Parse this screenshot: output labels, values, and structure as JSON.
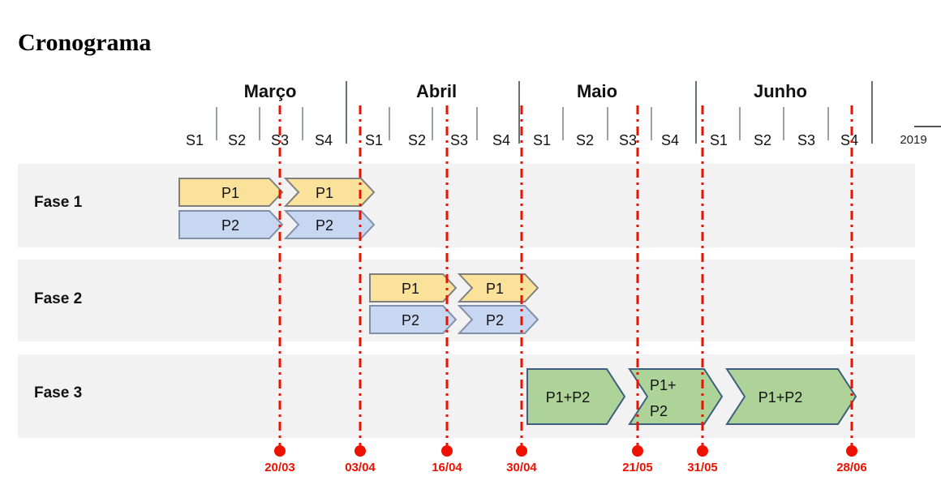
{
  "title": "Cronograma",
  "year_label": "2019",
  "timeline": {
    "months": [
      {
        "name": "Março",
        "weeks": [
          "S1",
          "S2",
          "S3",
          "S4"
        ]
      },
      {
        "name": "Abril",
        "weeks": [
          "S1",
          "S2",
          "S3",
          "S4"
        ]
      },
      {
        "name": "Maio",
        "weeks": [
          "S1",
          "S2",
          "S3",
          "S4"
        ]
      },
      {
        "name": "Junho",
        "weeks": [
          "S1",
          "S2",
          "S3",
          "S4"
        ]
      }
    ]
  },
  "phases": [
    {
      "label": "Fase 1",
      "bars": [
        {
          "track": "P1",
          "color": "#FBE29B",
          "segments": [
            "P1",
            "P1"
          ]
        },
        {
          "track": "P2",
          "color": "#C8D7F1",
          "segments": [
            "P2",
            "P2"
          ]
        }
      ]
    },
    {
      "label": "Fase 2",
      "bars": [
        {
          "track": "P1",
          "color": "#FBE29B",
          "segments": [
            "P1",
            "P1"
          ]
        },
        {
          "track": "P2",
          "color": "#C8D7F1",
          "segments": [
            "P2",
            "P2"
          ]
        }
      ]
    },
    {
      "label": "Fase 3",
      "bars": [
        {
          "track": "P1+P2",
          "color": "#ADD398",
          "segments": [
            "P1+P2",
            "P1+P2",
            "P1+P2"
          ],
          "display_lines": [
            [
              "P1+P2"
            ],
            [
              "P1+",
              "P2"
            ],
            [
              "P1+P2"
            ]
          ]
        }
      ]
    }
  ],
  "milestones": [
    {
      "date": "20/03"
    },
    {
      "date": "03/04"
    },
    {
      "date": "16/04"
    },
    {
      "date": "30/04"
    },
    {
      "date": "21/05"
    },
    {
      "date": "31/05"
    },
    {
      "date": "28/06"
    }
  ],
  "colors": {
    "milestone_red": "#EE1100",
    "phase_band_gray": "#F2F2F2",
    "p1_yellow_fill": "#FBE29B",
    "p1_yellow_stroke": "#7F7F7F",
    "p2_blue_fill": "#C8D7F1",
    "p2_blue_stroke": "#8090A8",
    "p1p2_green_fill": "#ADD398",
    "p1p2_green_stroke": "#3E5F7E"
  },
  "chart_data": {
    "type": "gantt",
    "title": "Cronograma",
    "year": "2019",
    "time_axis": {
      "months": [
        "Março",
        "Abril",
        "Maio",
        "Junho"
      ],
      "weeks_per_month": [
        "S1",
        "S2",
        "S3",
        "S4"
      ],
      "grid": "week ticks with taller month boundary lines"
    },
    "tasks": [
      {
        "phase": "Fase 1",
        "track": "P1",
        "segments": [
          {
            "label": "P1",
            "start": "Março S1",
            "end": "20/03"
          },
          {
            "label": "P1",
            "start": "20/03",
            "end": "03/04"
          }
        ]
      },
      {
        "phase": "Fase 1",
        "track": "P2",
        "segments": [
          {
            "label": "P2",
            "start": "Março S1",
            "end": "20/03"
          },
          {
            "label": "P2",
            "start": "20/03",
            "end": "03/04"
          }
        ]
      },
      {
        "phase": "Fase 2",
        "track": "P1",
        "segments": [
          {
            "label": "P1",
            "start": "03/04",
            "end": "16/04"
          },
          {
            "label": "P1",
            "start": "16/04",
            "end": "30/04"
          }
        ]
      },
      {
        "phase": "Fase 2",
        "track": "P2",
        "segments": [
          {
            "label": "P2",
            "start": "03/04",
            "end": "16/04"
          },
          {
            "label": "P2",
            "start": "16/04",
            "end": "30/04"
          }
        ]
      },
      {
        "phase": "Fase 3",
        "track": "P1+P2",
        "segments": [
          {
            "label": "P1+P2",
            "start": "30/04",
            "end": "21/05"
          },
          {
            "label": "P1+P2",
            "start": "21/05",
            "end": "31/05"
          },
          {
            "label": "P1+P2",
            "start": "31/05",
            "end": "28/06"
          }
        ]
      }
    ],
    "milestones": [
      "20/03",
      "03/04",
      "16/04",
      "30/04",
      "21/05",
      "31/05",
      "28/06"
    ],
    "legend": "none"
  }
}
